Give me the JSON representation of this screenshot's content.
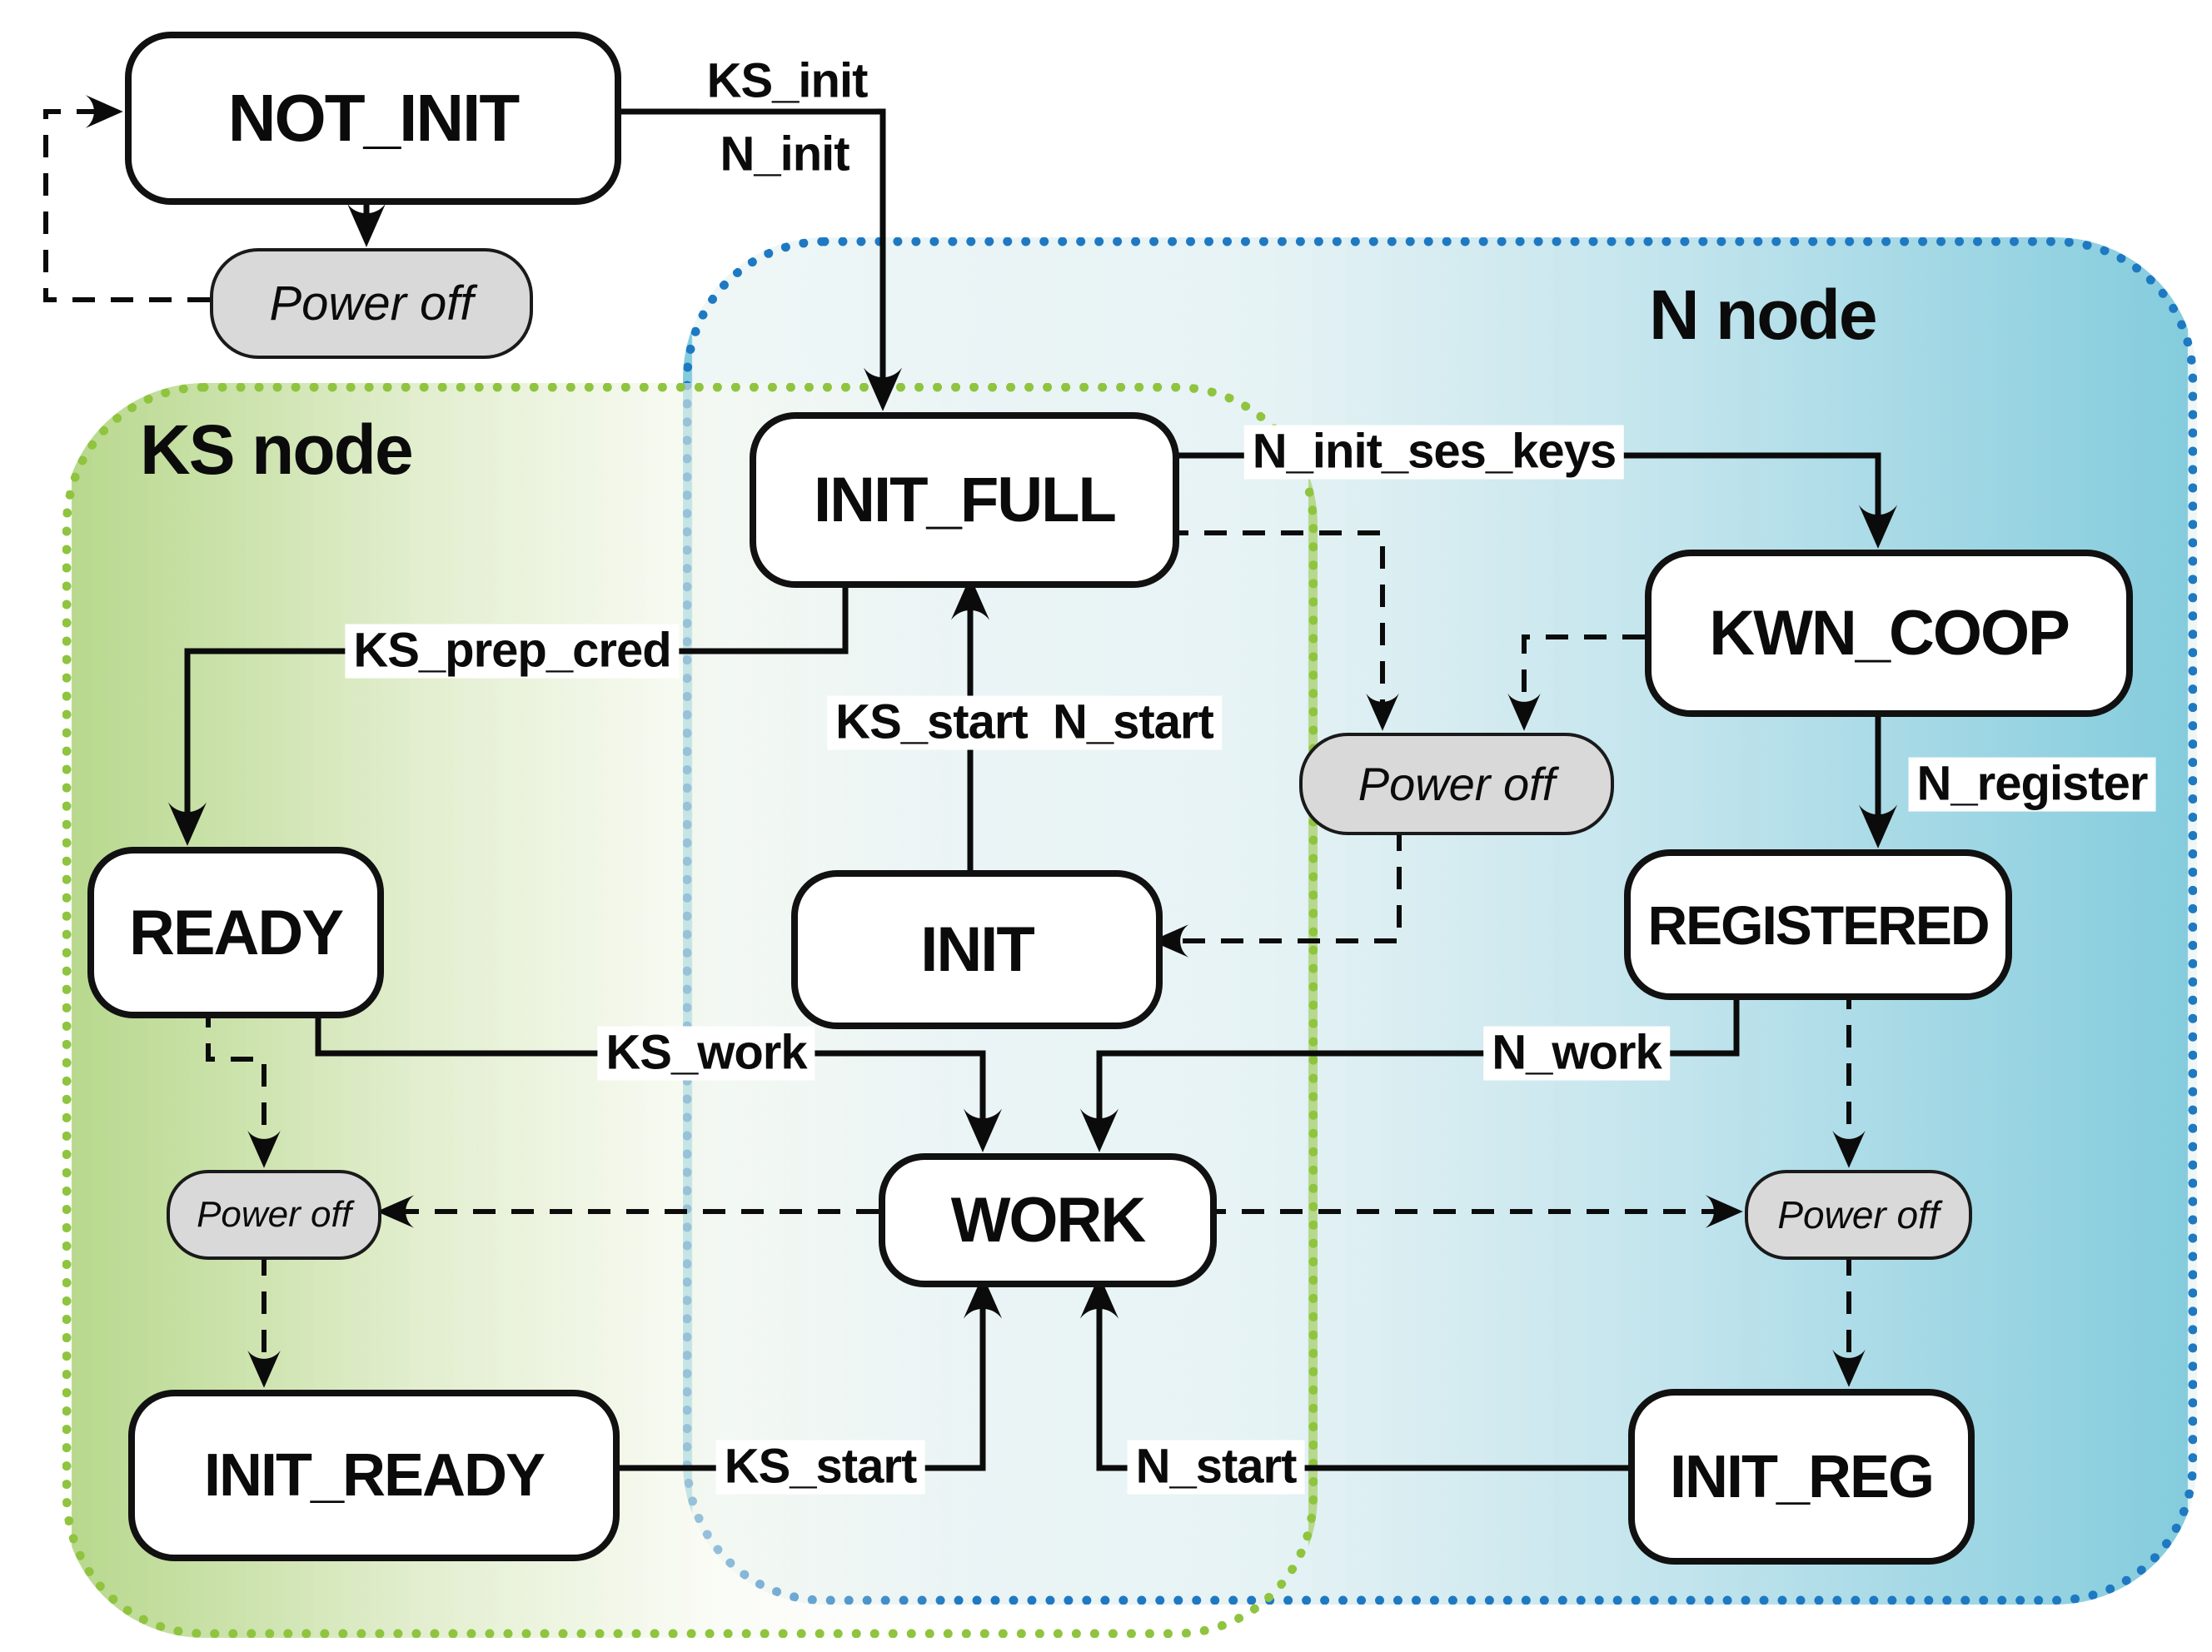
{
  "diagram": {
    "regions": {
      "n": {
        "label": "N node",
        "border_color": "#1e79c2",
        "fill_accent": "#84ccdd"
      },
      "ks": {
        "label": "KS node",
        "border_color": "#8fc43f",
        "fill_accent": "#b4d687"
      }
    },
    "states": {
      "not_init": {
        "label": "NOT_INIT"
      },
      "init_full": {
        "label": "INIT_FULL"
      },
      "kwn_coop": {
        "label": "KWN_COOP"
      },
      "ready": {
        "label": "READY"
      },
      "init": {
        "label": "INIT"
      },
      "registered": {
        "label": "REGISTERED"
      },
      "work": {
        "label": "WORK"
      },
      "init_ready": {
        "label": "INIT_READY"
      },
      "init_reg": {
        "label": "INIT_REG"
      }
    },
    "pseudo_states": {
      "power_off_top": {
        "label": "Power off"
      },
      "power_off_mid": {
        "label": "Power off"
      },
      "power_off_left": {
        "label": "Power off"
      },
      "power_off_right": {
        "label": "Power off"
      }
    },
    "transitions": {
      "ks_init": "KS_init",
      "n_init": "N_init",
      "n_init_ses_keys": "N_init_ses_keys",
      "ks_prep_cred": "KS_prep_cred",
      "ks_start_n_start": "KS_start  N_start",
      "n_register": "N_register",
      "ks_work": "KS_work",
      "n_work": "N_work",
      "ks_start": "KS_start",
      "n_start": "N_start"
    }
  }
}
